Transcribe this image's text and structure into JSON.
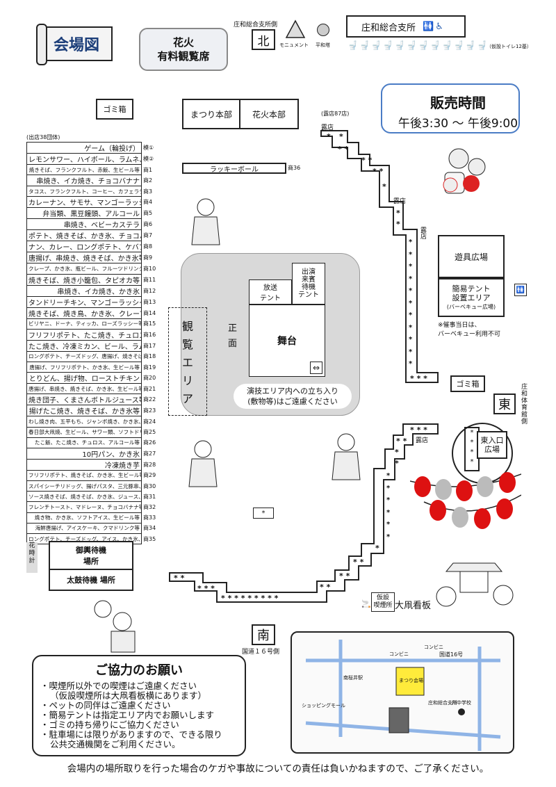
{
  "title": "会場図",
  "fireworks_seats": "花火\n有料観覧席",
  "legend": {
    "branch_side": "庄和総合支所側",
    "north": "北",
    "monument": "モニュメント",
    "peace_tower": "平和塔",
    "branch": "庄和総合支所",
    "toilets": "（仮設トイレ12基）"
  },
  "sales": {
    "heading": "販売時間",
    "time": "午後3:30 ～ 午後9:00"
  },
  "labels": {
    "trash1": "ゴミ箱",
    "trash2": "ゴミ箱",
    "hq_festival": "まつり本部",
    "hq_fireworks": "花火本部",
    "stalls_count": "(露店87店)",
    "stall1": "露店",
    "stall2": "露店",
    "stall3": "露店",
    "stall4": "露店",
    "lucky_ball": "ラッキーボール",
    "lucky_no": "商36",
    "groups_count": "(出店38団体)",
    "broadcast": "放送\nテント",
    "performers": "出演\n来賓\n待機\nテント",
    "front": "正\n面",
    "stage": "舞台",
    "viewing": "観\n覧\nエ\nリ\nア",
    "performance_note": "演技エリア内への立ち入り\n(敷物等)はご遠慮ください",
    "playground": "遊具広場",
    "tent_area": "簡易テント\n設置エリア",
    "bbq": "(バーベキュー広場)",
    "bbq_note": "※催事当日は、\nバーベキュー利用不可",
    "east": "東",
    "gym_side": "庄\n和\n体\n育\n館\n側",
    "east_plaza": "東入口\n広場",
    "south": "南",
    "route16": "国道１６号側",
    "flower_clock": "花\n時\n計",
    "wait_fireworks": "御輿待機\n場所",
    "wait_drums": "太鼓待機 場所",
    "smoking": "仮設\n喫煙所",
    "sign": "大凧看板"
  },
  "shops": [
    {
      "name": "ゲーム（輪投げ）",
      "no": "模①"
    },
    {
      "name": "レモンサワー、ハイボール、ラムネ、お茶",
      "no": "模②"
    },
    {
      "name": "焼きそば、フランクフルト、赤飯、生ビール等",
      "no": "商1"
    },
    {
      "name": "串焼き、イカ焼き、チョコバナナ",
      "no": "商2"
    },
    {
      "name": "タコス、フランクフルト、コーヒー、カフェラテ等",
      "no": "商3"
    },
    {
      "name": "カレーナン、サモサ、マンゴーラッシー等",
      "no": "商4"
    },
    {
      "name": "弁当類、黒豆饅頭、アルコール",
      "no": "商5"
    },
    {
      "name": "串焼き、ベビーカステラ",
      "no": "商6"
    },
    {
      "name": "ポテト、焼きそば、かき氷、チョコバナナ",
      "no": "商7"
    },
    {
      "name": "ナン、カレー、ロングポテト、ケバブ",
      "no": "商8"
    },
    {
      "name": "唐揚げ、串焼き、焼きそば、かき氷等",
      "no": "商9"
    },
    {
      "name": "クレープ、かき氷、瓶ビール、フルーツドリンク",
      "no": "商10"
    },
    {
      "name": "焼きそば、焼き小籠包、タピオカ等",
      "no": "商11"
    },
    {
      "name": "串焼き、イカ焼き、かき氷",
      "no": "商12"
    },
    {
      "name": "タンドリーチキン、マンゴーラッシー等",
      "no": "商13"
    },
    {
      "name": "焼きそば、焼き鳥、かき氷、クレープ等",
      "no": "商14"
    },
    {
      "name": "ビリヤニ、ドーナ、ティッカ、ローズラッシー等",
      "no": "商15"
    },
    {
      "name": "フリフリポテト、たこ焼き、チュロス等",
      "no": "商16"
    },
    {
      "name": "たこ焼き、冷凍ミカン、ビール、ラムネ等",
      "no": "商17"
    },
    {
      "name": "ロングポテト、チーズドッグ、唐揚げ、焼きそば、かき氷等",
      "no": "商18"
    },
    {
      "name": "唐揚げ、フリフリポテト、かき氷、生ビール等",
      "no": "商19"
    },
    {
      "name": "とりどん、揚げ物、ローストチキン",
      "no": "商20"
    },
    {
      "name": "唐揚げ、串焼き、焼きそば、かき氷、生ビール等",
      "no": "商21"
    },
    {
      "name": "焼き団子、くまさんボトルジュース等",
      "no": "商22"
    },
    {
      "name": "揚げたこ焼き、焼きそば、かき氷等",
      "no": "商23"
    },
    {
      "name": "わし焼き肉、五平もち、ジャンボ焼き、かき氷、生ビール",
      "no": "商24"
    },
    {
      "name": "春日部大凧焼、生ビール、サワー類、ソフトドリンク",
      "no": "商25"
    },
    {
      "name": "たこ飯、たこ焼き、チュロス、アルコール等",
      "no": "商26"
    },
    {
      "name": "10円パン、かき氷",
      "no": "商27"
    },
    {
      "name": "冷凍焼き芋",
      "no": "商28"
    },
    {
      "name": "フリフリポテト、焼きそば、かき氷、生ビール等",
      "no": "商29"
    },
    {
      "name": "スパイシーチリドッグ、揚げパスタ、三元豚串、アルコール等",
      "no": "商30"
    },
    {
      "name": "ソース焼きそば、焼きそば、かき氷、ジュース、ビール等",
      "no": "商31"
    },
    {
      "name": "フレンチトースト、マドレーヌ、チョコバナナ等",
      "no": "商32"
    },
    {
      "name": "焼き物、かき氷、ソフトアイス、生ビール等",
      "no": "商33"
    },
    {
      "name": "海鮮唐揚げ、アイスケーキ、クマドリンク等",
      "no": "商34"
    },
    {
      "name": "ロングポテト、チーズドッグ、アイス、かき氷、ケバブ等",
      "no": "商35"
    }
  ],
  "cooperation": {
    "heading": "ご協力のお願い",
    "items": [
      "・喫煙所以外での喫煙はご遠慮ください",
      "（仮設喫煙所は大凧看板横にあります）",
      "・ペットの同伴はご遠慮ください",
      "・簡易テントは指定エリア内でお願いします",
      "・ゴミの持ち帰りにご協力ください",
      "・駐車場には限りがありますので、できる限り",
      "公共交通機関をご利用ください。"
    ]
  },
  "access_map": {
    "route": "国道16号",
    "convenience1": "コンビニ",
    "convenience2": "コンビニ",
    "station": "南桜井駅",
    "festival": "まつり会場",
    "school": "川中学校",
    "branch": "庄和総合支所",
    "shopping": "ショッピングモール"
  },
  "footer": "会場内の場所取りを行った場合のケガや事故についての責任は負いかねますので、ご了承ください。"
}
